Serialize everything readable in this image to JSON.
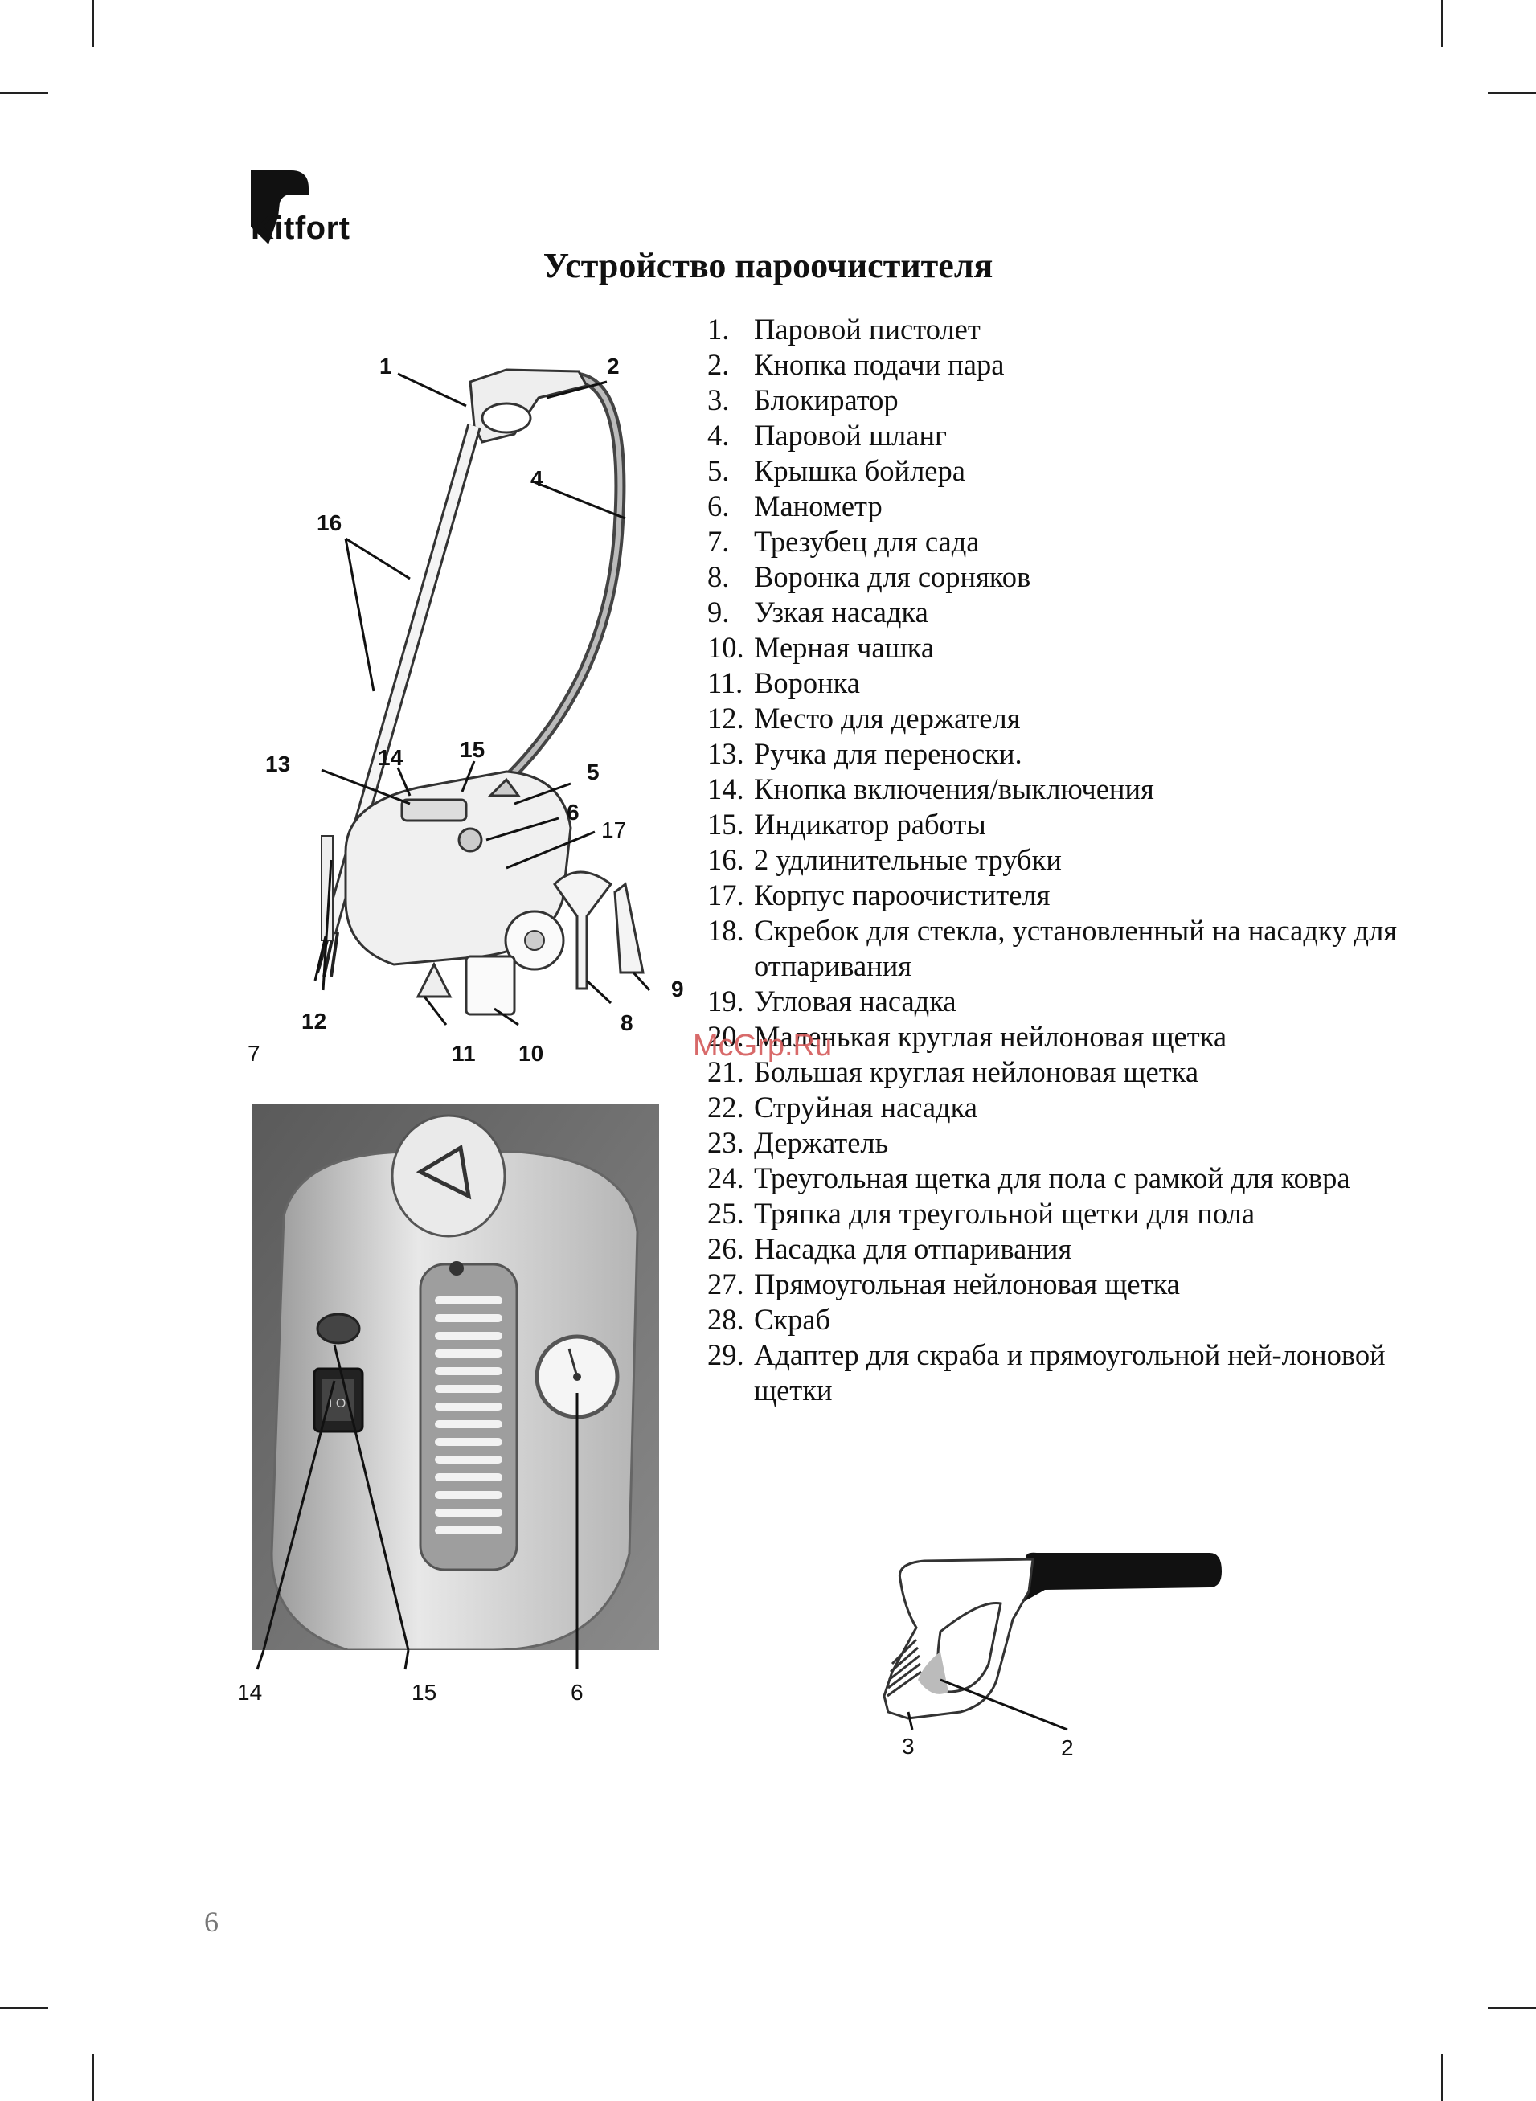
{
  "brand": {
    "name": "Kitfort"
  },
  "title": "Устройство пароочистителя",
  "parts": [
    {
      "n": "1.",
      "text": "Паровой пистолет"
    },
    {
      "n": "2.",
      "text": "Кнопка подачи пара"
    },
    {
      "n": "3.",
      "text": "Блокиратор"
    },
    {
      "n": "4.",
      "text": "Паровой шланг"
    },
    {
      "n": "5.",
      "text": "Крышка бойлера"
    },
    {
      "n": "6.",
      "text": "Манометр"
    },
    {
      "n": "7.",
      "text": "Трезубец для сада"
    },
    {
      "n": "8.",
      "text": "Воронка для сорняков"
    },
    {
      "n": "9.",
      "text": "Узкая насадка"
    },
    {
      "n": "10.",
      "text": "Мерная чашка"
    },
    {
      "n": "11.",
      "text": "Воронка"
    },
    {
      "n": "12.",
      "text": "Место для держателя"
    },
    {
      "n": "13.",
      "text": "Ручка для переноски."
    },
    {
      "n": "14.",
      "text": "Кнопка включения/выключения"
    },
    {
      "n": "15.",
      "text": "Индикатор работы"
    },
    {
      "n": "16.",
      "text": "2 удлинительные трубки"
    },
    {
      "n": "17.",
      "text": "Корпус пароочистителя"
    },
    {
      "n": "18.",
      "text": "Скребок для стекла, установленный на насадку для отпаривания"
    },
    {
      "n": "19.",
      "text": "Угловая насадка"
    },
    {
      "n": "20.",
      "text": "Маленькая круглая нейлоновая щетка"
    },
    {
      "n": "21.",
      "text": "Большая круглая нейлоновая щетка"
    },
    {
      "n": "22.",
      "text": "Струйная насадка"
    },
    {
      "n": "23.",
      "text": "Держатель"
    },
    {
      "n": "24.",
      "text": "Треугольная щетка для пола с рамкой для ковра"
    },
    {
      "n": "25.",
      "text": "Тряпка для треугольной щетки для пола"
    },
    {
      "n": "26.",
      "text": "Насадка для отпаривания"
    },
    {
      "n": "27.",
      "text": "Прямоугольная нейлоновая щетка"
    },
    {
      "n": "28.",
      "text": "Скраб"
    },
    {
      "n": "29.",
      "text": "Адаптер для скраба и прямоугольной ней-лоновой щетки"
    }
  ],
  "figure_main": {
    "callouts": [
      "1",
      "2",
      "4",
      "16",
      "14",
      "15",
      "13",
      "5",
      "6",
      "17",
      "7",
      "12",
      "11",
      "10",
      "8",
      "9"
    ]
  },
  "figure_photo": {
    "callouts": [
      "14",
      "15",
      "6"
    ],
    "switch_label": "I O"
  },
  "figure_gun": {
    "callouts": [
      "3",
      "2"
    ]
  },
  "watermark": "McGrp.Ru",
  "page_number": "6"
}
